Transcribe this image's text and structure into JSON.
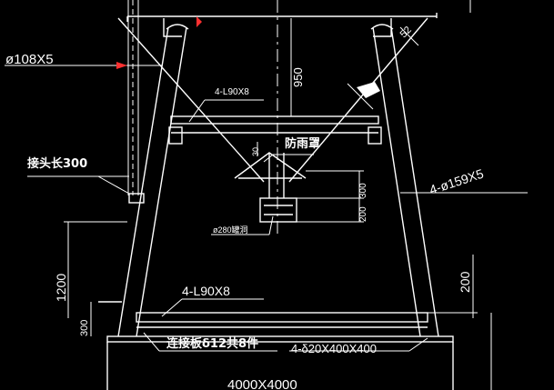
{
  "colors": {
    "background": "#000000",
    "structure": "#ffffff",
    "dimension": "#00ffff",
    "leader": "#ffffff",
    "label": "#ffffff"
  },
  "labels": {
    "pipe_top": "ø108X5",
    "joint_length": "接头长300",
    "angle_top": "4-L90X8",
    "hood": "防雨罩",
    "column_pipe": "4-ø159X5",
    "reducer": "ø280罐洞",
    "angle_bottom": "4-L90X8",
    "plate": "连接板δ12共8件",
    "base_plate": "4-δ20X400X400",
    "base_size": "4000X4000",
    "angle_tag": "52"
  },
  "dimensions": {
    "d950": "950",
    "d30": "30",
    "d300": "300",
    "d200_mid": "200",
    "d1200": "1200",
    "d300_left": "300",
    "d200_right": "200"
  },
  "icons": [
    "weld-symbol-icon",
    "dimension-arrow-icon"
  ]
}
